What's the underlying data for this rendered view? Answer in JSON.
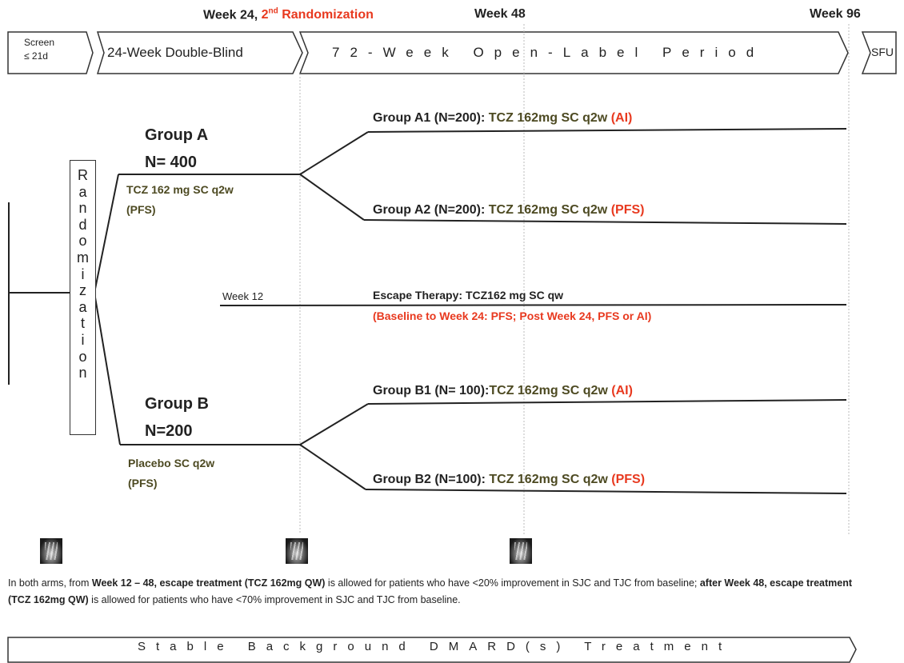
{
  "timeline": {
    "week24_prefix": "Week 24, ",
    "second_randomization_num": "2",
    "second_randomization_sup": "nd",
    "second_randomization_text": " Randomization",
    "week48": "Week 48",
    "week96": "Week 96"
  },
  "phases": {
    "screen_line1": "Screen",
    "screen_line2": "≤ 21d",
    "double_blind": "24-Week Double-Blind",
    "open_label": "72-Week Open-Label Period",
    "sfu": "SFU"
  },
  "randomization_letters": [
    "R",
    "a",
    "n",
    "d",
    "o",
    "m",
    "i",
    "z",
    "a",
    "t",
    "i",
    "o",
    "n"
  ],
  "group_a": {
    "title": "Group A",
    "n": "N= 400",
    "treatment": "TCZ 162 mg SC q2w",
    "device": "(PFS)"
  },
  "group_b": {
    "title": "Group B",
    "n": "N=200",
    "treatment": "Placebo SC q2w",
    "device": "(PFS)"
  },
  "arms": {
    "a1_label": "Group A1 (N=200): ",
    "a1_tx": "TCZ 162mg SC q2w ",
    "a1_device": "(AI)",
    "a2_label": "Group A2 (N=200): ",
    "a2_tx": "TCZ 162mg SC q2w ",
    "a2_device": "(PFS)",
    "b1_label": "Group B1 (N= 100):",
    "b1_tx": "TCZ 162mg SC q2w ",
    "b1_device": "(AI)",
    "b2_label": "Group B2 (N=100): ",
    "b2_tx": "TCZ 162mg SC q2w ",
    "b2_device": "(PFS)"
  },
  "escape": {
    "week12": "Week 12",
    "title": "Escape Therapy: TCZ162 mg SC qw",
    "detail": "(Baseline to Week 24: PFS; Post Week 24, PFS or AI)"
  },
  "footnote": {
    "p1": "In both arms, from ",
    "b1": "Week 12 – 48, escape treatment (TCZ 162mg QW)",
    "p2": " is allowed for patients who have <20% improvement in SJC and TJC from baseline; ",
    "b2": "after Week 48, escape treatment (TCZ 162mg QW)",
    "p3": " is allowed for patients who have <70% improvement in SJC and TJC from baseline."
  },
  "background": {
    "label": "Stable Background DMARD(s) Treatment"
  },
  "colors": {
    "accent_red": "#e8391f",
    "olive_text": "#4d4a22",
    "line": "#222222"
  }
}
